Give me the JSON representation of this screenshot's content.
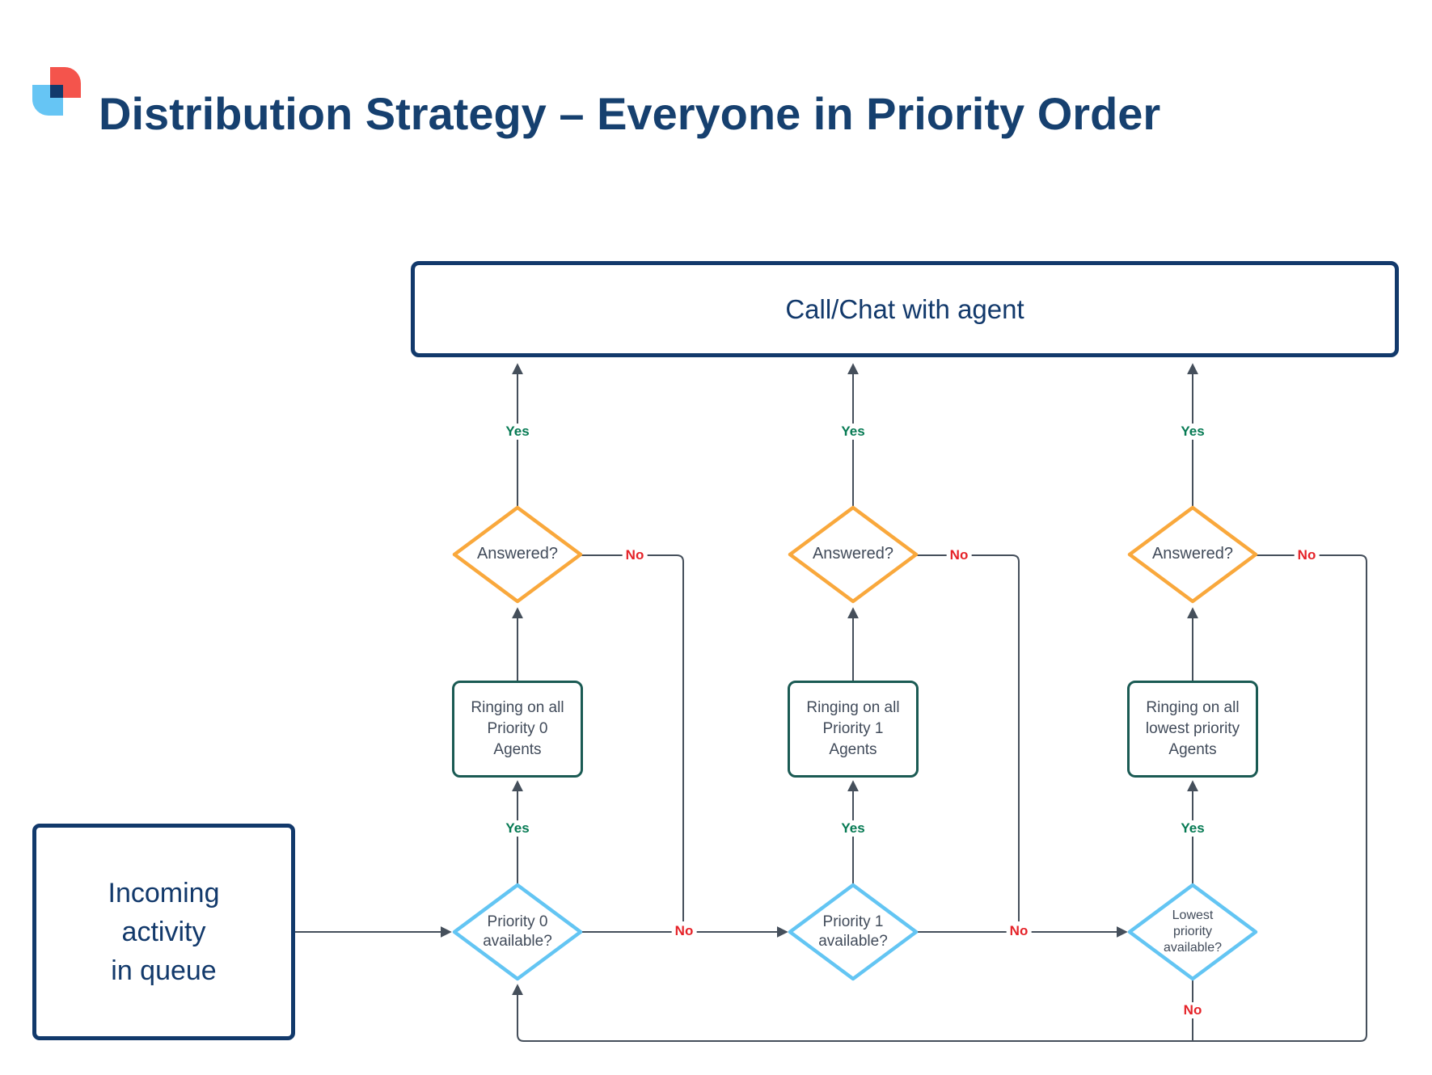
{
  "title": "Distribution Strategy – Everyone in Priority Order",
  "colors": {
    "navy": "#12396B",
    "title_navy": "#16406F",
    "teal_box_border": "#1A5A53",
    "orange_diamond": "#F9A83C",
    "blue_diamond": "#63C5F3",
    "connector_line": "#454F5B",
    "yes_green": "#067A53",
    "no_red": "#E52228",
    "node_text": "#414B5A",
    "logo_red": "#F4544C",
    "logo_blue": "#66C5F4",
    "logo_navy": "#12396B"
  },
  "top_box": {
    "label": "Call/Chat with agent"
  },
  "start_box": {
    "lines": [
      "Incoming",
      "activity",
      "in queue"
    ]
  },
  "labels": {
    "yes": "Yes",
    "no": "No"
  },
  "columns": [
    {
      "answered_label": "Answered?",
      "ringing_lines": [
        "Ringing on all",
        "Priority 0",
        "Agents"
      ],
      "available_lines": [
        "Priority 0",
        "available?"
      ]
    },
    {
      "answered_label": "Answered?",
      "ringing_lines": [
        "Ringing on all",
        "Priority 1",
        "Agents"
      ],
      "available_lines": [
        "Priority 1",
        "available?"
      ]
    },
    {
      "answered_label": "Answered?",
      "ringing_lines": [
        "Ringing on all",
        "lowest priority",
        "Agents"
      ],
      "available_lines": [
        "Lowest",
        "priority",
        "available?"
      ]
    }
  ]
}
